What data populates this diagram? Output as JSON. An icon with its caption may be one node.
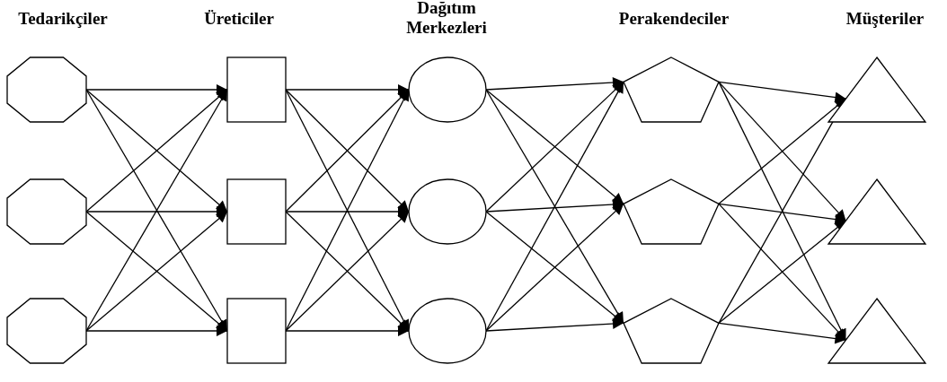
{
  "diagram": {
    "nodes": [
      {
        "text": [],
        "shape": "octagon"
      },
      {
        "text": [],
        "shape": "octagon"
      },
      {
        "text": [],
        "shape": "octagon"
      },
      {
        "text": [],
        "shape": "box"
      },
      {
        "text": [],
        "shape": "box"
      },
      {
        "text": [],
        "shape": "box"
      },
      {
        "text": [],
        "shape": "circle"
      },
      {
        "text": [],
        "shape": "circle"
      },
      {
        "text": [],
        "shape": "circle"
      },
      {
        "text": [],
        "shape": "pentagon"
      },
      {
        "text": [],
        "shape": "pentagon"
      },
      {
        "text": [],
        "shape": "pentagon"
      },
      {
        "text": [],
        "shape": "triangle"
      },
      {
        "text": [],
        "shape": "triangle"
      },
      {
        "text": [],
        "shape": "triangle"
      }
    ],
    "edges": [
      {
        "from": 0,
        "to": 3,
        "arrow": "to"
      },
      {
        "from": 0,
        "to": 4,
        "arrow": "to"
      },
      {
        "from": 0,
        "to": 5,
        "arrow": "to"
      },
      {
        "from": 1,
        "to": 3,
        "arrow": "to"
      },
      {
        "from": 1,
        "to": 4,
        "arrow": "to"
      },
      {
        "from": 1,
        "to": 5,
        "arrow": "to"
      },
      {
        "from": 2,
        "to": 3,
        "arrow": "to"
      },
      {
        "from": 2,
        "to": 4,
        "arrow": "to"
      },
      {
        "from": 2,
        "to": 5,
        "arrow": "to"
      },
      {
        "from": 3,
        "to": 6,
        "arrow": "to"
      },
      {
        "from": 3,
        "to": 7,
        "arrow": "to"
      },
      {
        "from": 3,
        "to": 8,
        "arrow": "to"
      },
      {
        "from": 4,
        "to": 6,
        "arrow": "to"
      },
      {
        "from": 4,
        "to": 7,
        "arrow": "to"
      },
      {
        "from": 4,
        "to": 8,
        "arrow": "to"
      },
      {
        "from": 5,
        "to": 6,
        "arrow": "to"
      },
      {
        "from": 5,
        "to": 7,
        "arrow": "to"
      },
      {
        "from": 5,
        "to": 8,
        "arrow": "to"
      },
      {
        "from": 6,
        "to": 9,
        "arrow": "to"
      },
      {
        "from": 6,
        "to": 10,
        "arrow": "to"
      },
      {
        "from": 6,
        "to": 11,
        "arrow": "to"
      },
      {
        "from": 7,
        "to": 9,
        "arrow": "to"
      },
      {
        "from": 7,
        "to": 10,
        "arrow": "to"
      },
      {
        "from": 7,
        "to": 11,
        "arrow": "to"
      },
      {
        "from": 8,
        "to": 9,
        "arrow": "to"
      },
      {
        "from": 8,
        "to": 10,
        "arrow": "to"
      },
      {
        "from": 8,
        "to": 11,
        "arrow": "to"
      },
      {
        "from": 9,
        "to": 12,
        "arrow": "to"
      },
      {
        "from": 9,
        "to": 13,
        "arrow": "to"
      },
      {
        "from": 9,
        "to": 14,
        "arrow": "to"
      },
      {
        "from": 10,
        "to": 12,
        "arrow": "to"
      },
      {
        "from": 10,
        "to": 13,
        "arrow": "to"
      },
      {
        "from": 10,
        "to": 14,
        "arrow": "to"
      },
      {
        "from": 11,
        "to": 12,
        "arrow": "to"
      },
      {
        "from": 11,
        "to": 13,
        "arrow": "to"
      },
      {
        "from": 11,
        "to": 14,
        "arrow": "to"
      }
    ],
    "labels": [
      "Tedarikçiler",
      "Üreticiler",
      "Dağıtım Merkezleri",
      "Perakendeciler",
      "Müşteriler"
    ]
  }
}
